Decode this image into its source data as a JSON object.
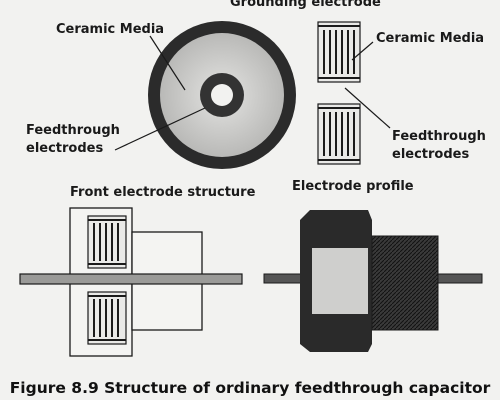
{
  "labels": {
    "grounding_electrode": "Grounding electrode",
    "ceramic_media_left": "Ceramic Media",
    "ceramic_media_right": "Ceramic Media",
    "feedthrough_left_line1": "Feedthrough",
    "feedthrough_left_line2": "electrodes",
    "feedthrough_right_line1": "Feedthrough",
    "feedthrough_right_line2": "electrodes",
    "front_structure": "Front electrode structure",
    "electrode_profile": "Electrode profile"
  },
  "caption": "Figure 8.9 Structure of ordinary feedthrough capacitor",
  "colors": {
    "ink": "#1a1a1a",
    "outer_ring": "#2b2b2b",
    "ceramic": "#c9c9c7",
    "inner_ring": "#333333",
    "background": "#f2f2f0"
  }
}
